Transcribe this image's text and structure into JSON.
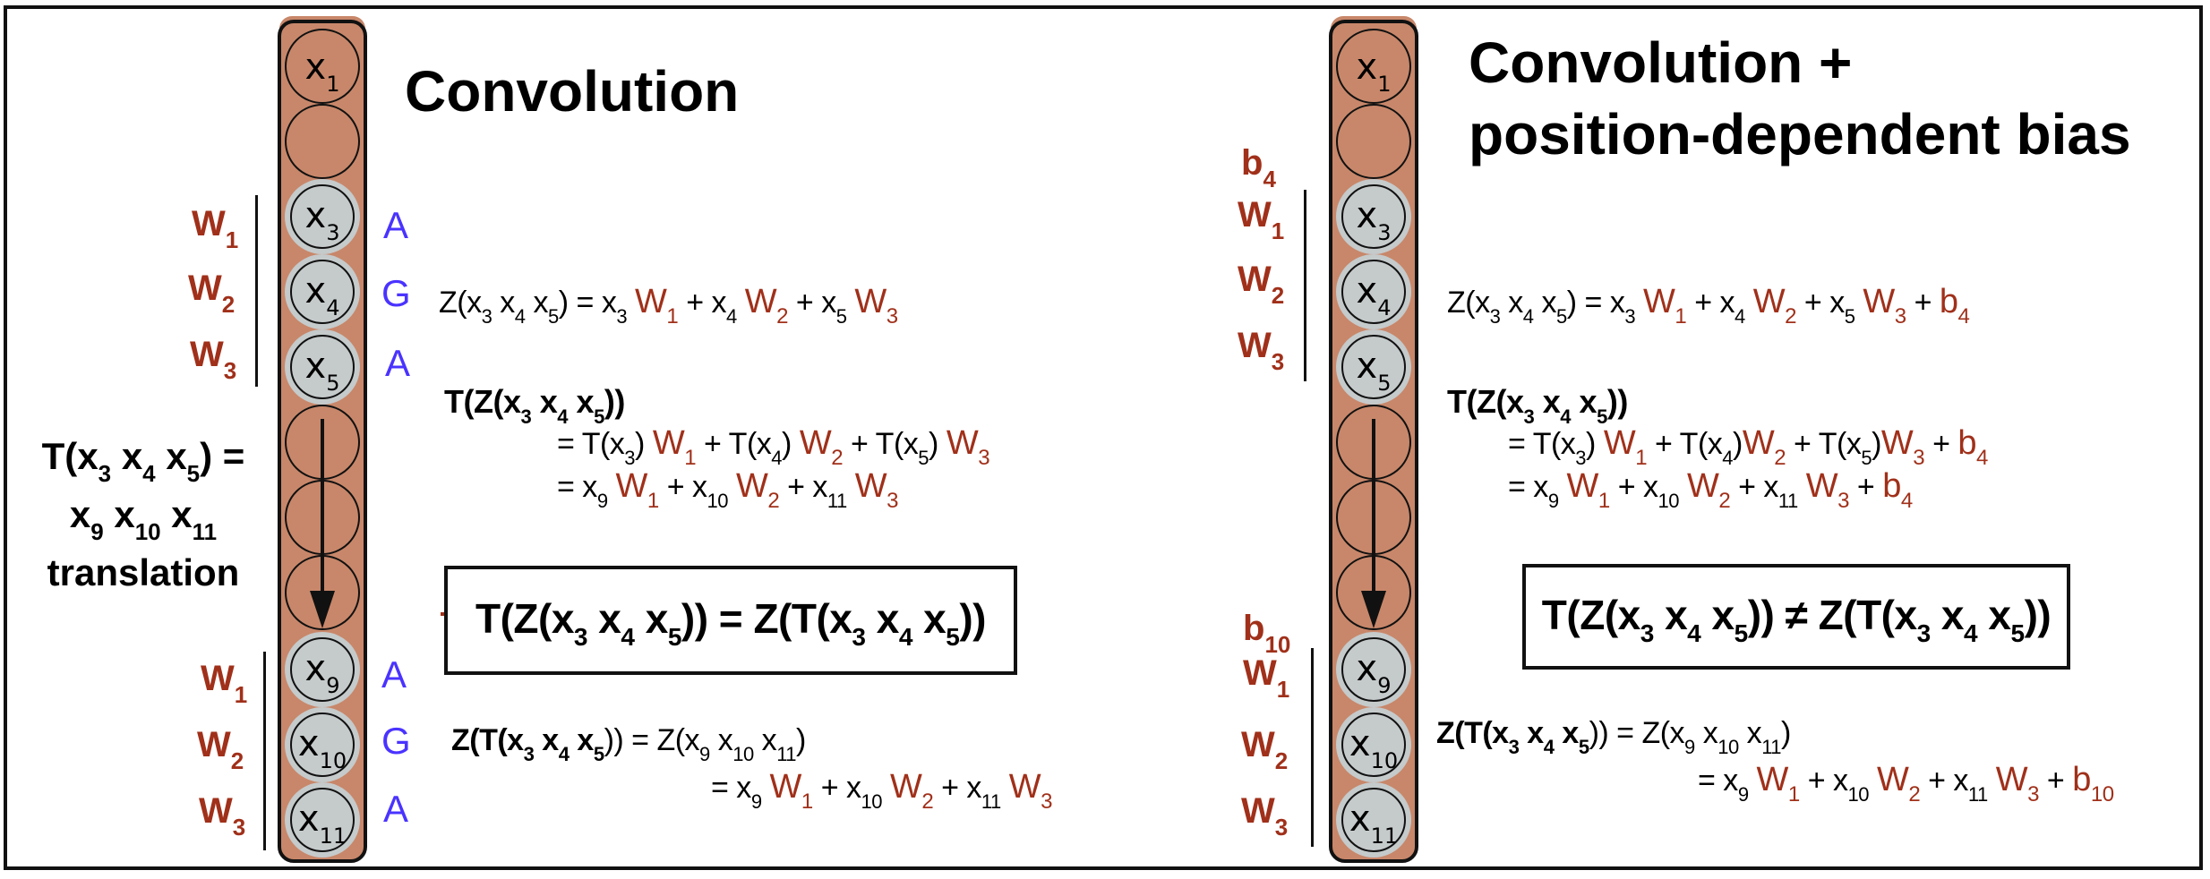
{
  "panels": [
    {
      "title": "Convolution",
      "nodes": [
        {
          "base": "x",
          "sub": "1",
          "filled": false
        },
        {
          "base": "",
          "sub": "",
          "filled": false
        },
        {
          "base": "x",
          "sub": "3",
          "filled": true
        },
        {
          "base": "x",
          "sub": "4",
          "filled": true
        },
        {
          "base": "x",
          "sub": "5",
          "filled": true
        },
        {
          "base": "",
          "sub": "",
          "filled": false
        },
        {
          "base": "",
          "sub": "",
          "filled": false
        },
        {
          "base": "",
          "sub": "",
          "filled": false
        },
        {
          "base": "x",
          "sub": "9",
          "filled": true
        },
        {
          "base": "x",
          "sub": "10",
          "filled": true
        },
        {
          "base": "x",
          "sub": "11",
          "filled": true
        }
      ],
      "weights_top": [
        {
          "w": "W",
          "s": "1"
        },
        {
          "w": "W",
          "s": "2"
        },
        {
          "w": "W",
          "s": "3"
        }
      ],
      "weights_bottom": [
        {
          "w": "W",
          "s": "1"
        },
        {
          "w": "W",
          "s": "2"
        },
        {
          "w": "W",
          "s": "3"
        }
      ],
      "bases_top": [
        "A",
        "G",
        "A"
      ],
      "bases_bottom": [
        "A",
        "G",
        "A"
      ],
      "translation": {
        "line1": {
          "T": "T(",
          "x3": "x",
          "s3": "3",
          "x4": "x",
          "s4": "4",
          "x5": "x",
          "s5": "5",
          "end": ") ="
        },
        "line2": {
          "x9": "x",
          "s9": "9",
          "x10": "x",
          "s10": "10",
          "x11": "x",
          "s11": "11"
        },
        "line3": "translation"
      },
      "eq_z": {
        "lhs": "Z(x",
        "a": "3",
        "b": "x",
        "c": "4",
        "d": "x",
        "e": "5",
        "mid": ") = x",
        "t1s": "3",
        "W1": "W",
        "W1s": "1",
        "p1": " + x",
        "t2s": "4",
        "W2": "W",
        "W2s": "2",
        "p2": " + x",
        "t3s": "5",
        "W3": "W",
        "W3s": "3"
      },
      "eq_tz": {
        "head": "T(Z(x",
        "h3": "3",
        "hx4": "x",
        "h4": "4",
        "hx5": "x",
        "h5": "5",
        "hend": "))",
        "l2a": "= T(x",
        "l2s3": "3",
        "l2b": ")",
        "l2W1": "W",
        "l2W1s": "1",
        "l2c": " + T(x",
        "l2s4": "4",
        "l2d": ")",
        "l2W2": "W",
        "l2W2s": "2",
        "l2e": " + T(x",
        "l2s5": "5",
        "l2f": ")",
        "l2W3": "W",
        "l2W3s": "3",
        "l3a": "= x",
        "l3s9": "9",
        "l3W1": "W",
        "l3W1s": "1",
        "l3b": " + x",
        "l3s10": "10",
        "l3W2": "W",
        "l3W2s": "2",
        "l3c": " + x",
        "l3s11": "11",
        "l3W3": "W",
        "l3W3s": "3"
      },
      "boxed": {
        "a": "T(Z(x",
        "s1": "3",
        "b": " x",
        "s2": "4",
        "c": " x",
        "s3": "5",
        "rel": ")) = Z(T(x",
        "s4": "3",
        "d": " x",
        "s5": "4",
        "e": " x",
        "s6": "5",
        "end": "))"
      },
      "eq_zt": {
        "head": "Z(T(x",
        "h3": "3",
        "hx4": " x",
        "h4": "4",
        "hx5": " x",
        "h5": "5",
        "hmid": ")) = Z(x",
        "m9": "9",
        "mx10": " x",
        "m10": "10",
        "mx11": " x",
        "m11": "11",
        "mend": ")",
        "l2a": "= x",
        "l2s9": "9",
        "l2W1": "W",
        "l2W1s": "1",
        "l2b": " + x",
        "l2s10": "10",
        "l2W2": "W",
        "l2W2s": "2",
        "l2c": " + x",
        "l2s11": "11",
        "l2W3": "W",
        "l2W3s": "3"
      }
    },
    {
      "title_line1": "Convolution +",
      "title_line2": "position-dependent bias",
      "bias_top": {
        "b": "b",
        "s": "4"
      },
      "bias_bottom": {
        "b": "b",
        "s": "10"
      },
      "weights_top": [
        {
          "w": "W",
          "s": "1"
        },
        {
          "w": "W",
          "s": "2"
        },
        {
          "w": "W",
          "s": "3"
        }
      ],
      "weights_bottom": [
        {
          "w": "W",
          "s": "1"
        },
        {
          "w": "W",
          "s": "2"
        },
        {
          "w": "W",
          "s": "3"
        }
      ],
      "eq_z": {
        "lhs": "Z(x",
        "a": "3",
        "b": "x",
        "c": "4",
        "d": "x",
        "e": "5",
        "mid": ") = x",
        "t1s": "3",
        "W1": "W",
        "W1s": "1",
        "p1": " + x",
        "t2s": "4",
        "W2": "W",
        "W2s": "2",
        "p2": " + x",
        "t3s": "5",
        "W3": "W",
        "W3s": "3",
        "p3": " + ",
        "bb": "b",
        "bbs": "4"
      },
      "eq_tz": {
        "head": "T(Z(x",
        "h3": "3",
        "hx4": "x",
        "h4": "4",
        "hx5": "x",
        "h5": "5",
        "hend": "))",
        "l2a": "= T(x",
        "l2s3": "3",
        "l2b": ")",
        "l2W1": "W",
        "l2W1s": "1",
        "l2c": " + T(x",
        "l2s4": "4",
        "l2d": ")",
        "l2W2": "W",
        "l2W2s": "2",
        "l2e": " + T(x",
        "l2s5": "5",
        "l2f": ")",
        "l2W3": "W",
        "l2W3s": "3",
        "l2g": " + ",
        "l2b4": "b",
        "l2b4s": "4",
        "l3a": "= x",
        "l3s9": "9",
        "l3W1": "W",
        "l3W1s": "1",
        "l3b": " + x",
        "l3s10": "10",
        "l3W2": "W",
        "l3W2s": "2",
        "l3c": " + x",
        "l3s11": "11",
        "l3W3": "W",
        "l3W3s": "3",
        "l3d": " + ",
        "l3b4": "b",
        "l3b4s": "4"
      },
      "boxed": {
        "a": "T(Z(x",
        "s1": "3",
        "b": " x",
        "s2": "4",
        "c": " x",
        "s3": "5",
        "rel": ")) ≠ Z(T(x",
        "s4": "3",
        "d": " x",
        "s5": "4",
        "e": " x",
        "s6": "5",
        "end": "))"
      },
      "eq_zt": {
        "head": "Z(T(x",
        "h3": "3",
        "hx4": " x",
        "h4": "4",
        "hx5": " x",
        "h5": "5",
        "hmid": ")) = Z(x",
        "m9": "9",
        "mx10": " x",
        "m10": "10",
        "mx11": " x",
        "m11": "11",
        "mend": ")",
        "l2a": "= x",
        "l2s9": "9",
        "l2W1": "W",
        "l2W1s": "1",
        "l2b": " + x",
        "l2s10": "10",
        "l2W2": "W",
        "l2W2s": "2",
        "l2c": " + x",
        "l2s11": "11",
        "l2W3": "W",
        "l2W3s": "3",
        "l2d": " + ",
        "l2b10": "b",
        "l2b10s": "10"
      }
    }
  ],
  "colors": {
    "column": "#C8876A",
    "node": "#C5CACB",
    "weight": "#A0301A",
    "base": "#4A33FF"
  }
}
